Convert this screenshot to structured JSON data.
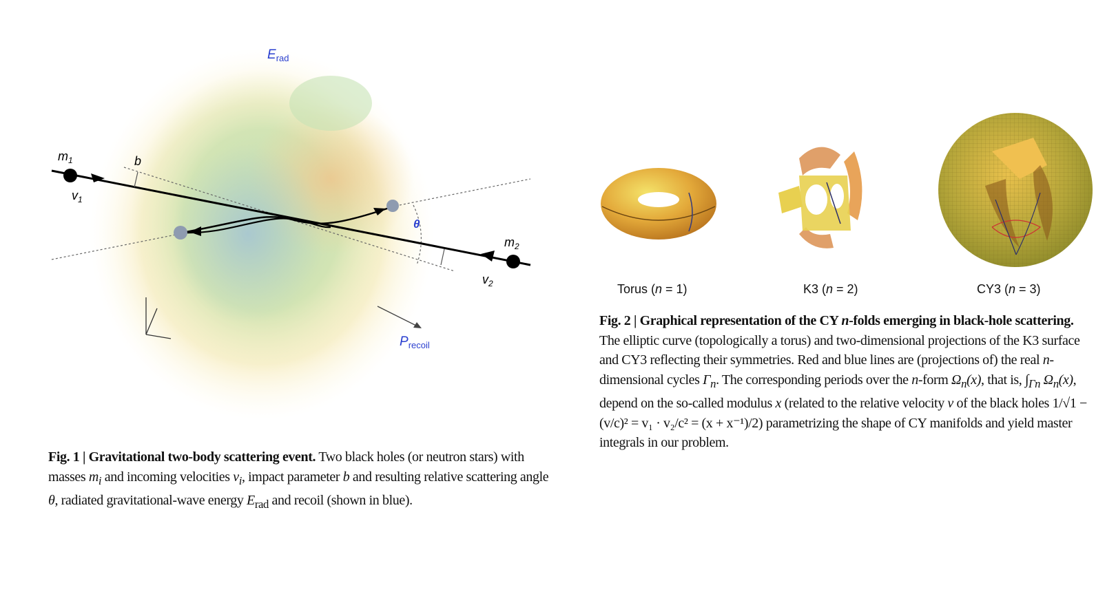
{
  "figure1": {
    "labels": {
      "m1": "m",
      "m1_sub": "1",
      "v1": "v",
      "v1_sub": "1",
      "m2": "m",
      "m2_sub": "2",
      "v2": "v",
      "v2_sub": "2",
      "b": "b",
      "theta": "θ",
      "E_rad": "E",
      "E_rad_sub": "rad",
      "P_recoil": "P",
      "P_recoil_sub": "recoil"
    },
    "label_color": "#2a3fcf",
    "caption": {
      "fig_number": "Fig. 1 | ",
      "title": "Gravitational two-body scattering event.",
      "body_1": " Two black holes (or neutron stars) with masses ",
      "m_i": "m",
      "m_i_sub": "i",
      "body_2": " and incoming velocities ",
      "v_i": "v",
      "v_i_sub": "i",
      "body_3": ", impact parameter ",
      "b": "b",
      "body_4": " and resulting relative scattering angle ",
      "theta": "θ",
      "body_5": ", radiated gravitational-wave energy ",
      "E": "E",
      "E_sub": "rad",
      "body_6": " and recoil (shown in blue)."
    }
  },
  "figure2": {
    "panels": [
      {
        "label_pre": "Torus (",
        "n": "n",
        "label_post": " = 1)"
      },
      {
        "label_pre": "K3 (",
        "n": "n",
        "label_post": " = 2)"
      },
      {
        "label_pre": "CY3 (",
        "n": "n",
        "label_post": " = 3)"
      }
    ],
    "caption": {
      "fig_number": "Fig. 2 | ",
      "title_1": "Graphical representation of the CY ",
      "title_n": "n",
      "title_2": "-folds emerging in black-hole scattering.",
      "body_1": " The elliptic curve (topologically a torus) and two-dimensional projections of the K3 surface and CY3 reflecting their symmetries. Red and blue lines are (projections of) the real ",
      "n1": "n",
      "body_2": "-dimensional cycles ",
      "Gamma": "Γ",
      "Gamma_sub": "n",
      "body_3": ". The corresponding periods over the ",
      "n2": "n",
      "body_4": "-form ",
      "Omega": "Ω",
      "Omega_sub": "n",
      "x1": "(x)",
      "body_5": ", that is, ∫",
      "int_sub": "Γn",
      "Omega2": " Ω",
      "Omega2_sub": "n",
      "x2": "(x)",
      "body_6": ", depend on the so-called modulus ",
      "x3": "x",
      "body_7": " (related to the relative velocity ",
      "v": "v",
      "body_8": " of the black holes 1/√1 − (v/c)² = v₁ · v₂/c² = (x + x⁻¹)/2) parametrizing the shape of CY manifolds and yield master integrals in our problem."
    }
  }
}
